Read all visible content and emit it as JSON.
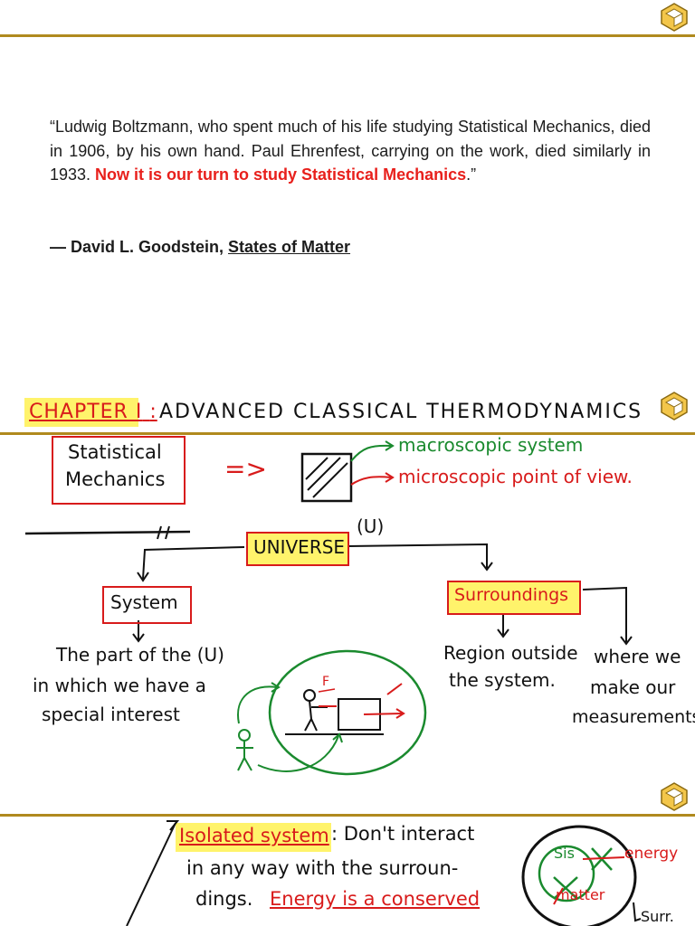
{
  "slide1": {
    "quote_plain": "“Ludwig Boltzmann, who spent much of his life studying Statistical Mechanics, died in 1906, by his own hand. Paul Ehrenfest, carrying on the work, died similarly in 1933. ",
    "quote_red": "Now it is our turn to study Statistical Mechanics",
    "quote_end": ".”",
    "attribution_prefix": "— David L. Goodstein, ",
    "attribution_book": "States of Matter"
  },
  "slide2": {
    "chapter_label": "CHAPTER I",
    "chapter_colon": ":",
    "chapter_title": "ADVANCED CLASSICAL THERMODYNAMICS",
    "stat_mech_line1": "Statistical",
    "stat_mech_line2": "Mechanics",
    "implies": "=>",
    "macro": "macroscopic system",
    "micro": "microscopic point of view.",
    "universe": "UNIVERSE",
    "universe_symbol": "(U)",
    "system": "System",
    "surroundings": "Surroundings",
    "system_desc_1": "The part of the (U)",
    "system_desc_2": "in which we have a",
    "system_desc_3": "special interest",
    "surr_desc_1": "Region outside",
    "surr_desc_2": "the system.",
    "meas_1": "where we",
    "meas_2": "make our",
    "meas_3": "measurements",
    "force": "F"
  },
  "slide3": {
    "isolated": "Isolated system",
    "isolated_rest": ": Don't interact",
    "line2": "in any way with the surroun-",
    "line3_a": "dings.",
    "line3_b": "Energy is a conserved",
    "sis": "Sis",
    "energy": "energy",
    "matter": "matter",
    "surr": "Surr."
  },
  "colors": {
    "rule": "#b08a1e",
    "accent_red": "#e8201c",
    "highlight": "#fff36b",
    "green": "#1a8a2e"
  }
}
